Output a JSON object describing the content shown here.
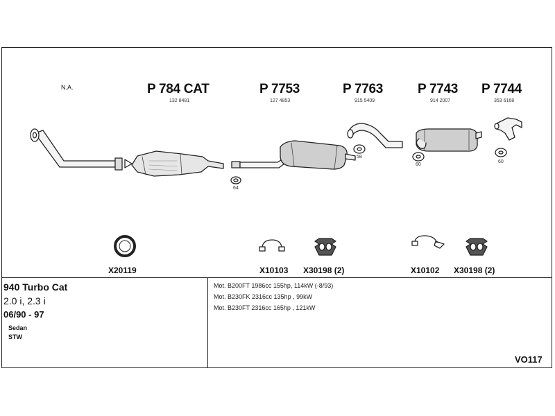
{
  "header": {
    "na": "N.A."
  },
  "parts": [
    {
      "number": "P 784 CAT",
      "oem": "132 8481"
    },
    {
      "number": "P 7753",
      "oem": "127 4853"
    },
    {
      "number": "P 7763",
      "oem": "915 5409"
    },
    {
      "number": "P 7743",
      "oem": "914 2007"
    },
    {
      "number": "P 7744",
      "oem": "353 6168"
    }
  ],
  "hangers": [
    "64",
    "58",
    "60",
    "60"
  ],
  "accessories": [
    {
      "code": "X20119"
    },
    {
      "code": "X10103"
    },
    {
      "code": "X30198 (2)"
    },
    {
      "code": "X10102"
    },
    {
      "code": "X30198 (2)"
    }
  ],
  "vehicle": {
    "model": "940 Turbo Cat",
    "engine": "2.0 i, 2.3 i",
    "years": "06/90 - 97",
    "body_types": [
      "Sedan",
      "STW"
    ]
  },
  "motors": [
    "Mot. B200FT 1986cc 155hp, 114kW (-8/93)",
    "Mot. B230FK 2316cc 135hp , 99kW",
    "Mot. B230FT 2316cc 165hp , 121kW"
  ],
  "catalog_code": "VO117"
}
